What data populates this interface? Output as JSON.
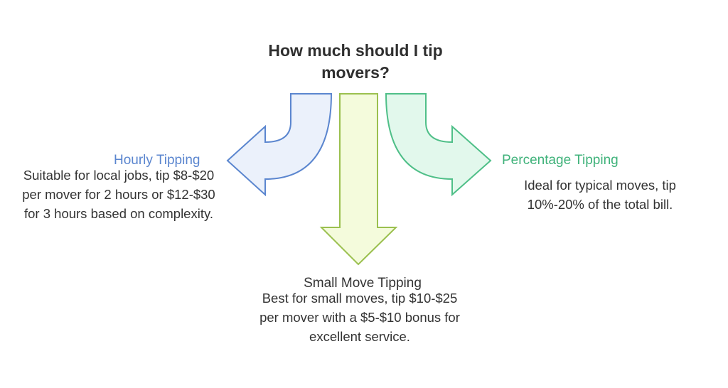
{
  "title": "How much should I tip movers?",
  "colors": {
    "hourly_stroke": "#5b86cf",
    "hourly_fill": "#ebf1fb",
    "small_stroke": "#9bc04f",
    "small_fill": "#f4fbdc",
    "percent_stroke": "#4fbf88",
    "percent_fill": "#e2f8ec",
    "text": "#333333"
  },
  "branches": {
    "hourly": {
      "heading": "Hourly Tipping",
      "description": "Suitable for local jobs, tip $8-$20 per mover for 2 hours or $12-$30 for 3 hours based on complexity."
    },
    "small_move": {
      "heading": "Small Move Tipping",
      "description": "Best for small moves, tip $10-$25 per mover with a $5-$10 bonus for excellent service."
    },
    "percentage": {
      "heading": "Percentage Tipping",
      "description": "Ideal for typical moves, tip 10%-20% of the total bill."
    }
  }
}
